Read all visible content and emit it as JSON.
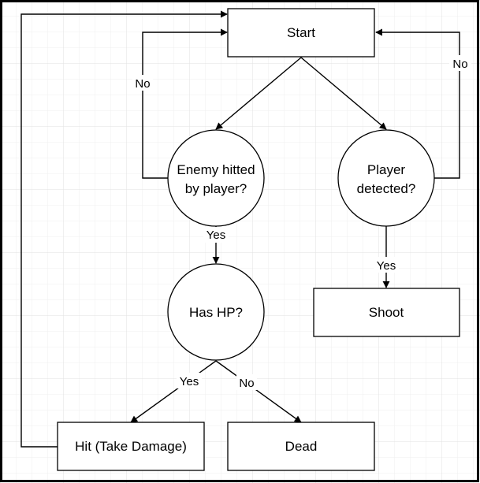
{
  "diagram": {
    "nodes": {
      "start": {
        "label": "Start"
      },
      "enemy_hitted": {
        "line1": "Enemy hitted",
        "line2": "by player?"
      },
      "player_detected": {
        "line1": "Player",
        "line2": "detected?"
      },
      "has_hp": {
        "label": "Has HP?"
      },
      "shoot": {
        "label": "Shoot"
      },
      "hit_take_damage": {
        "label": "Hit (Take Damage)"
      },
      "dead": {
        "label": "Dead"
      }
    },
    "edges": {
      "enemy_no": "No",
      "enemy_yes": "Yes",
      "player_no": "No",
      "player_yes": "Yes",
      "hp_yes": "Yes",
      "hp_no": "No"
    },
    "colors": {
      "grid": "#ececec",
      "stroke": "#000000",
      "background": "#ffffff"
    }
  }
}
